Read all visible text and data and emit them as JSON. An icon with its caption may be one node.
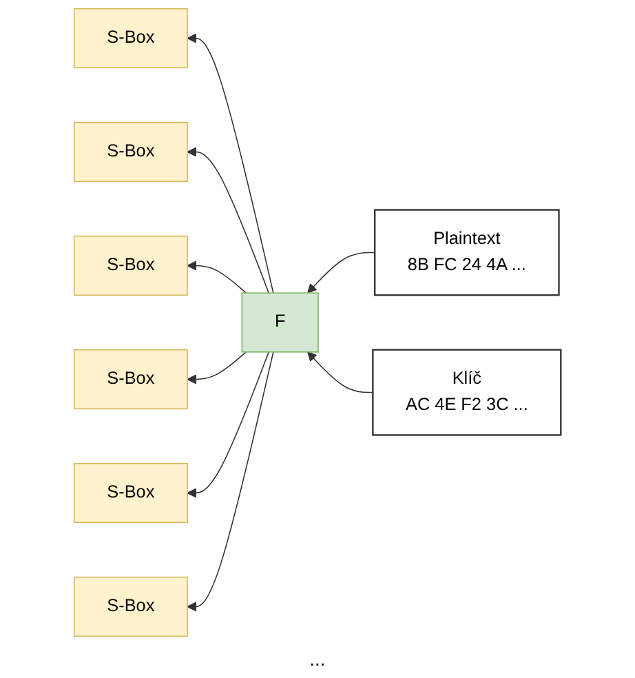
{
  "diagram": {
    "nodes": [
      {
        "text": [
          "Plaintext",
          "8B FC 24 4A ..."
        ]
      },
      {
        "text": [
          "Klíč",
          "AC 4E F2 3C ..."
        ]
      },
      {
        "text": [
          "F"
        ]
      },
      {
        "text": [
          "S-Box"
        ]
      },
      {
        "text": [
          "S-Box"
        ]
      },
      {
        "text": [
          "S-Box"
        ]
      },
      {
        "text": [
          "S-Box"
        ]
      },
      {
        "text": [
          "S-Box"
        ]
      },
      {
        "text": [
          "S-Box"
        ]
      }
    ],
    "edges": [
      {
        "from": 0,
        "to": 2,
        "arrow": "to"
      },
      {
        "from": 1,
        "to": 2,
        "arrow": "to"
      },
      {
        "from": 2,
        "to": 3,
        "arrow": "to"
      },
      {
        "from": 2,
        "to": 4,
        "arrow": "to"
      },
      {
        "from": 2,
        "to": 5,
        "arrow": "to"
      },
      {
        "from": 2,
        "to": 6,
        "arrow": "to"
      },
      {
        "from": 2,
        "to": 7,
        "arrow": "to"
      },
      {
        "from": 2,
        "to": 8,
        "arrow": "to"
      }
    ],
    "labels": [
      "..."
    ]
  }
}
